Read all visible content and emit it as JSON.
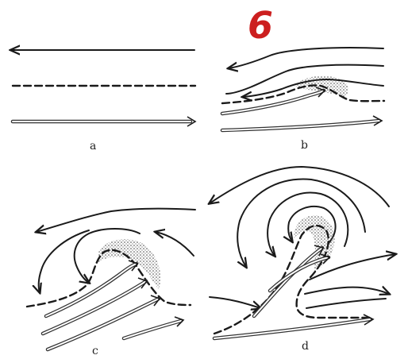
{
  "figure_number": {
    "text": "6",
    "color": "#cc1f1f"
  },
  "panels": [
    {
      "label": "a"
    },
    {
      "label": "b"
    },
    {
      "label": "c"
    },
    {
      "label": "d"
    }
  ]
}
